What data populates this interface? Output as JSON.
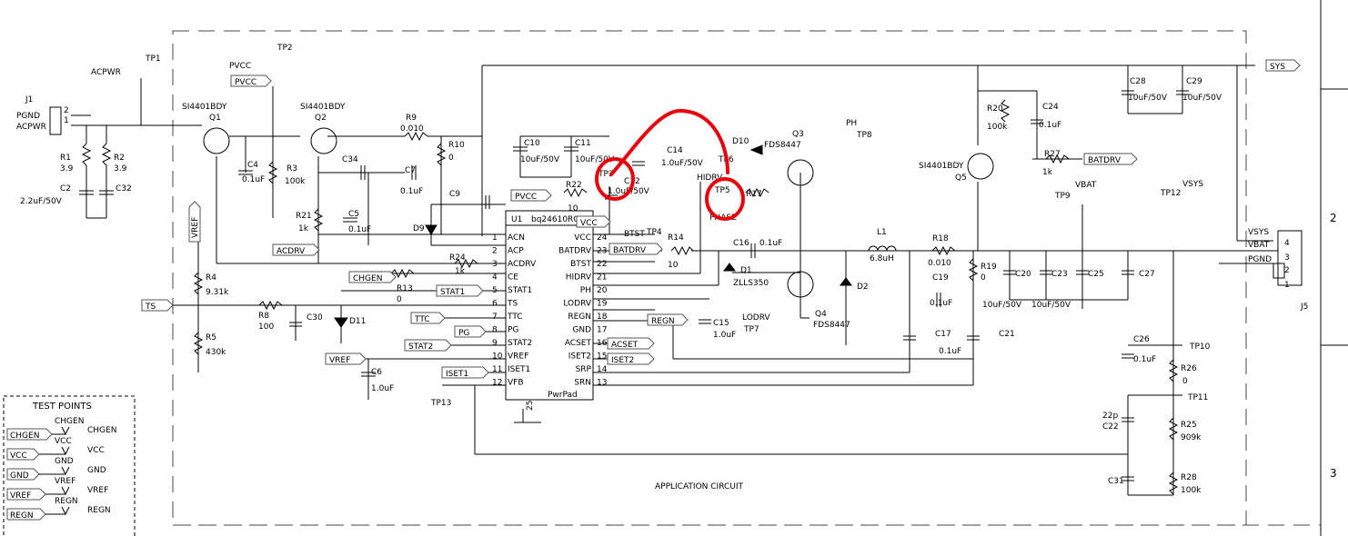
{
  "ic": {
    "ref": "U1",
    "part": "bq24610RGE",
    "pad": "PwrPad"
  },
  "pins_left": [
    {
      "num": "1",
      "name": "ACN"
    },
    {
      "num": "2",
      "name": "ACP"
    },
    {
      "num": "3",
      "name": "ACDRV"
    },
    {
      "num": "4",
      "name": "CE"
    },
    {
      "num": "5",
      "name": "STAT1"
    },
    {
      "num": "6",
      "name": "TS"
    },
    {
      "num": "7",
      "name": "TTC"
    },
    {
      "num": "8",
      "name": "PG"
    },
    {
      "num": "9",
      "name": "STAT2"
    },
    {
      "num": "10",
      "name": "VREF"
    },
    {
      "num": "11",
      "name": "ISET1"
    },
    {
      "num": "12",
      "name": "VFB"
    }
  ],
  "pins_right": [
    {
      "num": "24",
      "name": "VCC"
    },
    {
      "num": "23",
      "name": "BATDRV"
    },
    {
      "num": "22",
      "name": "BTST"
    },
    {
      "num": "21",
      "name": "HIDRV"
    },
    {
      "num": "20",
      "name": "PH"
    },
    {
      "num": "19",
      "name": "LODRV"
    },
    {
      "num": "18",
      "name": "REGN"
    },
    {
      "num": "17",
      "name": "GND"
    },
    {
      "num": "16",
      "name": "ACSET"
    },
    {
      "num": "15",
      "name": "ISET2"
    },
    {
      "num": "14",
      "name": "SRP"
    },
    {
      "num": "13",
      "name": "SRN"
    }
  ],
  "pad_num": "25",
  "labels": [
    {
      "t": "TP1"
    },
    {
      "t": "ACPWR"
    },
    {
      "t": "PVCC"
    },
    {
      "t": "TP2"
    },
    {
      "t": "J1"
    },
    {
      "t": "PGND"
    },
    {
      "t": "ACPWR"
    },
    {
      "t": "2"
    },
    {
      "t": "1"
    },
    {
      "t": "SI4401BDY"
    },
    {
      "t": "Q1"
    },
    {
      "t": "SI4401BDY"
    },
    {
      "t": "Q2"
    },
    {
      "t": "R1"
    },
    {
      "t": "3.9"
    },
    {
      "t": "R2"
    },
    {
      "t": "3.9"
    },
    {
      "t": "C2"
    },
    {
      "t": "2.2uF/50V"
    },
    {
      "t": "C32"
    },
    {
      "t": "C4"
    },
    {
      "t": "0.1uF"
    },
    {
      "t": "R3"
    },
    {
      "t": "100k"
    },
    {
      "t": "C34"
    },
    {
      "t": "R9"
    },
    {
      "t": "0.010"
    },
    {
      "t": "R10"
    },
    {
      "t": "0"
    },
    {
      "t": "C7"
    },
    {
      "t": "0.1uF"
    },
    {
      "t": "R21"
    },
    {
      "t": "1k"
    },
    {
      "t": "C5"
    },
    {
      "t": "0.1uF"
    },
    {
      "t": "C9"
    },
    {
      "t": "D9"
    },
    {
      "t": "C10"
    },
    {
      "t": "10uF/50V"
    },
    {
      "t": "C11"
    },
    {
      "t": "10uF/50V"
    },
    {
      "t": "R22"
    },
    {
      "t": "10"
    },
    {
      "t": "TP3"
    },
    {
      "t": "C12"
    },
    {
      "t": "1.0uF/50V"
    },
    {
      "t": "C14"
    },
    {
      "t": "1.0uF/50V"
    },
    {
      "t": "D10"
    },
    {
      "t": "FDS8447"
    },
    {
      "t": "Q3"
    },
    {
      "t": "HIDRV"
    },
    {
      "t": "TP6"
    },
    {
      "t": "TP5"
    },
    {
      "t": "R17"
    },
    {
      "t": "PHASE"
    },
    {
      "t": "PH"
    },
    {
      "t": "TP8"
    },
    {
      "t": "BTST"
    },
    {
      "t": "TP4"
    },
    {
      "t": "R14"
    },
    {
      "t": "10"
    },
    {
      "t": "C16"
    },
    {
      "t": "0.1uF"
    },
    {
      "t": "D1"
    },
    {
      "t": "ZLLS350"
    },
    {
      "t": "Q4"
    },
    {
      "t": "FDS8447"
    },
    {
      "t": "D2"
    },
    {
      "t": "C15"
    },
    {
      "t": "1.0uF"
    },
    {
      "t": "LODRV"
    },
    {
      "t": "TP7"
    },
    {
      "t": "L1"
    },
    {
      "t": "6.8uH"
    },
    {
      "t": "R18"
    },
    {
      "t": "0.010"
    },
    {
      "t": "R19"
    },
    {
      "t": "0"
    },
    {
      "t": "C19"
    },
    {
      "t": "0.1uF"
    },
    {
      "t": "C17"
    },
    {
      "t": "0.1uF"
    },
    {
      "t": "C21"
    },
    {
      "t": "C20"
    },
    {
      "t": "C23"
    },
    {
      "t": "C25"
    },
    {
      "t": "C27"
    },
    {
      "t": "10uF/50V"
    },
    {
      "t": "10uF/50V"
    },
    {
      "t": "R20"
    },
    {
      "t": "100k"
    },
    {
      "t": "C24"
    },
    {
      "t": "0.1uF"
    },
    {
      "t": "R27"
    },
    {
      "t": "1k"
    },
    {
      "t": "SI4401BDY"
    },
    {
      "t": "Q5"
    },
    {
      "t": "C28"
    },
    {
      "t": "10uF/50V"
    },
    {
      "t": "C29"
    },
    {
      "t": "10uF/50V"
    },
    {
      "t": "TP9"
    },
    {
      "t": "VBAT"
    },
    {
      "t": "TP12"
    },
    {
      "t": "VSYS"
    },
    {
      "t": "VSYS"
    },
    {
      "t": "VBAT"
    },
    {
      "t": "PGND"
    },
    {
      "t": "4"
    },
    {
      "t": "3"
    },
    {
      "t": "2"
    },
    {
      "t": "1"
    },
    {
      "t": "J5"
    },
    {
      "t": "C26"
    },
    {
      "t": "0.1uF"
    },
    {
      "t": "TP10"
    },
    {
      "t": "R26"
    },
    {
      "t": "0"
    },
    {
      "t": "TP11"
    },
    {
      "t": "22p"
    },
    {
      "t": "C22"
    },
    {
      "t": "R25"
    },
    {
      "t": "909k"
    },
    {
      "t": "C31"
    },
    {
      "t": "R28"
    },
    {
      "t": "100k"
    },
    {
      "t": "R4"
    },
    {
      "t": "9.31k"
    },
    {
      "t": "R5"
    },
    {
      "t": "430k"
    },
    {
      "t": "R8"
    },
    {
      "t": "100"
    },
    {
      "t": "C30"
    },
    {
      "t": "D11"
    },
    {
      "t": "C6"
    },
    {
      "t": "1.0uF"
    },
    {
      "t": "R24"
    },
    {
      "t": "1k"
    },
    {
      "t": "R13"
    },
    {
      "t": "0"
    },
    {
      "t": "TP13"
    },
    {
      "t": "APPLICATION CIRCUIT"
    },
    {
      "t": "2"
    },
    {
      "t": "3"
    }
  ],
  "net_flags": [
    {
      "t": "PVCC"
    },
    {
      "t": "ACDRV"
    },
    {
      "t": "CHGEN"
    },
    {
      "t": "STAT1"
    },
    {
      "t": "TS"
    },
    {
      "t": "TTC"
    },
    {
      "t": "PG"
    },
    {
      "t": "STAT2"
    },
    {
      "t": "VREF"
    },
    {
      "t": "ISET1"
    },
    {
      "t": "PVCC"
    },
    {
      "t": "VCC"
    },
    {
      "t": "BATDRV"
    },
    {
      "t": "REGN"
    },
    {
      "t": "ACSET"
    },
    {
      "t": "ISET2"
    },
    {
      "t": "BATDRV"
    },
    {
      "t": "SYS"
    },
    {
      "t": "VREF"
    }
  ],
  "test_points": {
    "title": "TEST POINTS",
    "rows": [
      {
        "flag": "CHGEN",
        "tp": "CHGEN",
        "label": "CHGEN"
      },
      {
        "flag": "VCC",
        "tp": "VCC",
        "label": "VCC"
      },
      {
        "flag": "GND",
        "tp": "GND",
        "label": "GND"
      },
      {
        "flag": "VREF",
        "tp": "VREF",
        "label": "VREF"
      },
      {
        "flag": "REGN",
        "tp": "REGN",
        "label": "REGN"
      }
    ]
  },
  "colors": {
    "wire": "#000000",
    "annotation": "#e8000b",
    "border": "#444444"
  }
}
